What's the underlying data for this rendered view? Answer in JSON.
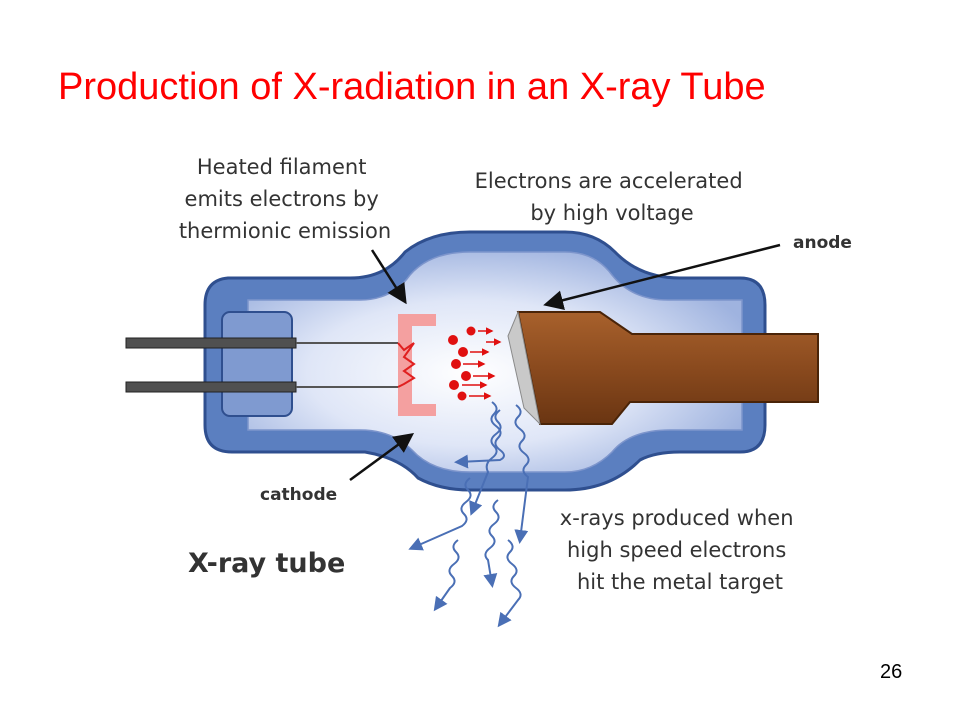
{
  "slide": {
    "title": "Production of X-radiation in an X-ray Tube",
    "page_number": "26"
  },
  "diagram": {
    "filament_label": [
      "Heated filament",
      "emits electrons by",
      "thermionic emission"
    ],
    "accelerated_label": [
      "Electrons are accelerated",
      "by high voltage"
    ],
    "anode_label": "anode",
    "cathode_label": "cathode",
    "tube_label": "X-ray tube",
    "xray_label": [
      "x-rays produced when",
      "high speed electrons",
      "hit the metal target"
    ]
  },
  "colors": {
    "title": "#ff0000",
    "tube_body": "#5b7fc0",
    "tube_outline": "#2f4f8f",
    "cathode": "#f4a0a0",
    "filament": "#e02020",
    "electron": "#e01010",
    "anode": "#8a4a1e",
    "anode_face": "#c9c9c9",
    "xray": "#4a6fb5",
    "wire": "#505050",
    "label": "#333333"
  }
}
